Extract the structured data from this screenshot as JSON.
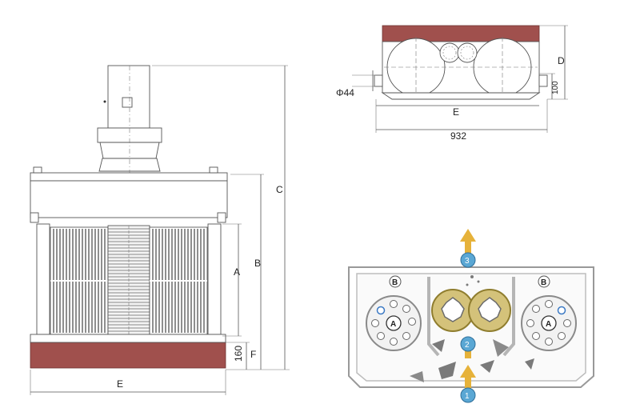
{
  "front_view": {
    "labels": {
      "A": "A",
      "B": "B",
      "C": "C",
      "E": "E",
      "F": "F",
      "h160": "160"
    },
    "colors": {
      "base": "#a0504d",
      "line": "#555555"
    }
  },
  "top_view": {
    "labels": {
      "D": "D",
      "E": "E",
      "w932": "932",
      "h100": "100",
      "phi44": "Φ44"
    },
    "colors": {
      "base": "#a0504d"
    }
  },
  "flow_view": {
    "chamber_labels": [
      "B",
      "B"
    ],
    "drum_labels": [
      "A",
      "A"
    ],
    "step_numbers": [
      "1",
      "2",
      "3"
    ],
    "colors": {
      "cutter": "#d4c27a",
      "step_circle": "#5aa7d4",
      "arrow": "#e6b23a",
      "casing": "#d8d8d8"
    }
  }
}
